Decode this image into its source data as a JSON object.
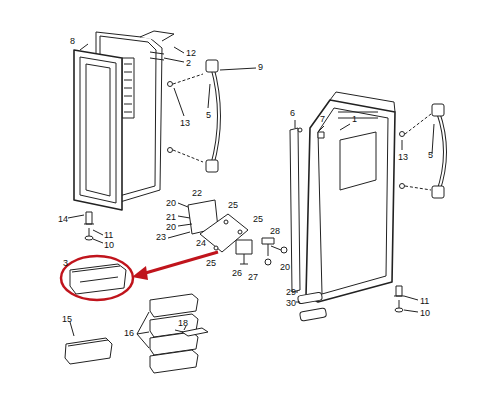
{
  "diagram": {
    "labels": [
      "8",
      "12",
      "2",
      "9",
      "6",
      "7",
      "1",
      "13",
      "5",
      "13",
      "5",
      "20",
      "22",
      "21",
      "20",
      "14",
      "11",
      "10",
      "23",
      "24",
      "25",
      "25",
      "28",
      "25",
      "26",
      "27",
      "20",
      "3",
      "29",
      "30",
      "11",
      "10",
      "15",
      "16",
      "18"
    ]
  }
}
